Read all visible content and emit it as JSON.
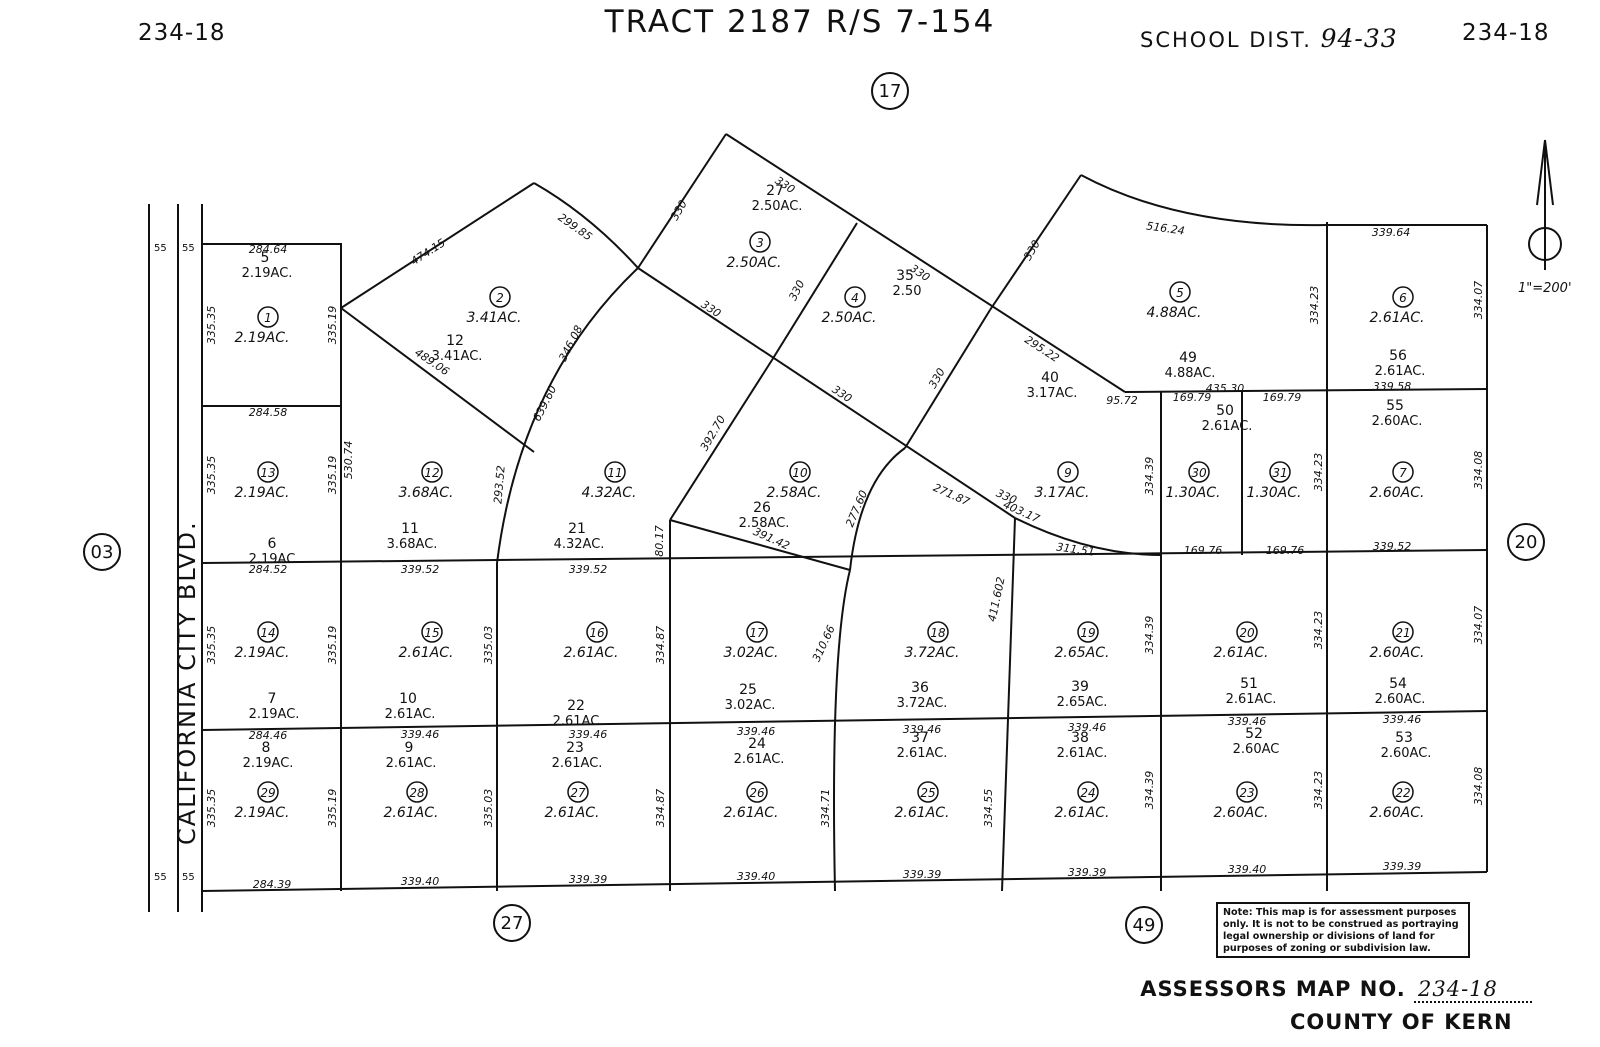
{
  "header": {
    "title": "TRACT 2187 R/S 7-154",
    "map_no_left": "234-18",
    "map_no_right": "234-18",
    "school_dist_label": "SCHOOL DIST.",
    "school_dist_value": "94-33"
  },
  "road": {
    "name": "CALIFORNIA CITY BLVD."
  },
  "adjacent_maps": [
    "17",
    "03",
    "20",
    "27",
    "49"
  ],
  "scale": "1\"=200'",
  "road_widths": [
    "55",
    "55",
    "55",
    "55"
  ],
  "parcels": [
    {
      "num": "1",
      "area": "2.19AC."
    },
    {
      "num": "2",
      "area": "3.41AC."
    },
    {
      "num": "3",
      "area": "2.50AC."
    },
    {
      "num": "4",
      "area": "2.50AC."
    },
    {
      "num": "5",
      "area": "4.88AC."
    },
    {
      "num": "6",
      "area": "2.61AC."
    },
    {
      "num": "7",
      "area": "2.60AC."
    },
    {
      "num": "9",
      "area": "3.17AC."
    },
    {
      "num": "10",
      "area": "2.58AC."
    },
    {
      "num": "11",
      "area": "4.32AC."
    },
    {
      "num": "12",
      "area": "3.68AC."
    },
    {
      "num": "13",
      "area": "2.19AC."
    },
    {
      "num": "14",
      "area": "2.19AC."
    },
    {
      "num": "15",
      "area": "2.61AC."
    },
    {
      "num": "16",
      "area": "2.61AC."
    },
    {
      "num": "17",
      "area": "3.02AC."
    },
    {
      "num": "18",
      "area": "3.72AC."
    },
    {
      "num": "19",
      "area": "2.65AC."
    },
    {
      "num": "20",
      "area": "2.61AC."
    },
    {
      "num": "21",
      "area": "2.60AC."
    },
    {
      "num": "22",
      "area": "2.60AC."
    },
    {
      "num": "23",
      "area": "2.60AC."
    },
    {
      "num": "24",
      "area": "2.61AC."
    },
    {
      "num": "25",
      "area": "2.61AC."
    },
    {
      "num": "26",
      "area": "2.61AC."
    },
    {
      "num": "27",
      "area": "2.61AC."
    },
    {
      "num": "28",
      "area": "2.61AC."
    },
    {
      "num": "29",
      "area": "2.19AC."
    },
    {
      "num": "30",
      "area": "1.30AC."
    },
    {
      "num": "31",
      "area": "1.30AC."
    }
  ],
  "lots": [
    {
      "num": "5",
      "area": "2.19AC."
    },
    {
      "num": "6",
      "area": "2.19AC."
    },
    {
      "num": "7",
      "area": "2.19AC."
    },
    {
      "num": "8",
      "area": "2.19AC."
    },
    {
      "num": "9",
      "area": "2.61AC."
    },
    {
      "num": "10",
      "area": "2.61AC."
    },
    {
      "num": "11",
      "area": "3.68AC."
    },
    {
      "num": "12",
      "area": "3.41AC."
    },
    {
      "num": "21",
      "area": "4.32AC."
    },
    {
      "num": "22",
      "area": "2.61AC."
    },
    {
      "num": "23",
      "area": "2.61AC."
    },
    {
      "num": "24",
      "area": "2.61AC."
    },
    {
      "num": "25",
      "area": "3.02AC."
    },
    {
      "num": "26",
      "area": "2.58AC."
    },
    {
      "num": "27",
      "area": "2.50AC."
    },
    {
      "num": "35",
      "area": "2.50"
    },
    {
      "num": "36",
      "area": "3.72AC."
    },
    {
      "num": "37",
      "area": "2.61AC."
    },
    {
      "num": "38",
      "area": "2.61AC."
    },
    {
      "num": "39",
      "area": "2.65AC."
    },
    {
      "num": "40",
      "area": "3.17AC."
    },
    {
      "num": "49",
      "area": "4.88AC."
    },
    {
      "num": "50",
      "area": "2.61AC."
    },
    {
      "num": "51",
      "area": "2.61AC."
    },
    {
      "num": "52",
      "area": "2.60AC"
    },
    {
      "num": "53",
      "area": "2.60AC."
    },
    {
      "num": "54",
      "area": "2.60AC."
    },
    {
      "num": "55",
      "area": "2.60AC."
    },
    {
      "num": "56",
      "area": "2.61AC."
    }
  ],
  "dimensions": [
    "284.64",
    "284.58",
    "284.52",
    "284.46",
    "284.39",
    "335.35",
    "335.35",
    "335.35",
    "335.35",
    "335.19",
    "335.19",
    "335.19",
    "335.19",
    "530.74",
    "474.15",
    "489.06",
    "299.85",
    "346.08",
    "639.60",
    "293.52",
    "339.52",
    "339.52",
    "80.17",
    "339.46",
    "339.46",
    "339.46",
    "339.46",
    "339.46",
    "339.46",
    "339.46",
    "339.40",
    "339.39",
    "339.40",
    "339.39",
    "339.39",
    "339.40",
    "339.39",
    "335.03",
    "335.03",
    "334.87",
    "334.87",
    "310.66",
    "334.71",
    "411.602",
    "334.55",
    "330",
    "330",
    "330",
    "330",
    "330",
    "330",
    "330",
    "330",
    "330",
    "392.70",
    "277.60",
    "391.42",
    "271.87",
    "403.17",
    "311.51",
    "295.22",
    "95.72",
    "516.24",
    "339.64",
    "334.23",
    "334.07",
    "435.30",
    "169.79",
    "169.79",
    "339.58",
    "334.39",
    "334.23",
    "334.08",
    "169.76",
    "169.76",
    "339.52",
    "334.39",
    "334.23",
    "334.07",
    "334.39",
    "334.23",
    "334.08"
  ],
  "note": "Note: This map is for assessment purposes only. It is not to be construed as portraying legal ownership or divisions of land for purposes of zoning or subdivision law.",
  "footer": {
    "label": "ASSESSORS MAP NO.",
    "number": "234-18",
    "county": "COUNTY OF KERN"
  }
}
